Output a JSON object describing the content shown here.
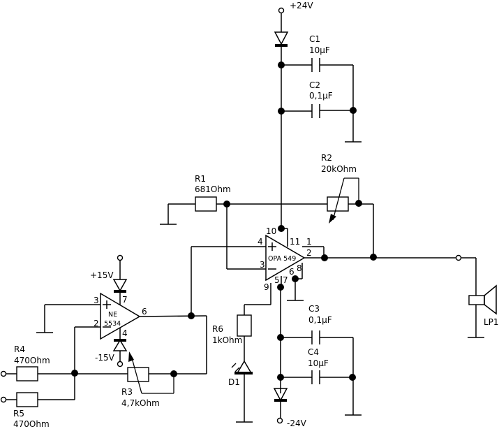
{
  "rails": {
    "pos24": "+24V",
    "neg24": "-24V",
    "pos15": "+15V",
    "neg15": "-15V"
  },
  "components": {
    "c1": {
      "ref": "C1",
      "value": "10µF"
    },
    "c2": {
      "ref": "C2",
      "value": "0,1µF"
    },
    "c3": {
      "ref": "C3",
      "value": "0,1µF"
    },
    "c4": {
      "ref": "C4",
      "value": "10µF"
    },
    "r1": {
      "ref": "R1",
      "value": "681Ohm"
    },
    "r2": {
      "ref": "R2",
      "value": "20kOhm"
    },
    "r3": {
      "ref": "R3",
      "value": "4,7kOhm"
    },
    "r4": {
      "ref": "R4",
      "value": "470Ohm"
    },
    "r5": {
      "ref": "R5",
      "value": "470Ohm"
    },
    "r6": {
      "ref": "R6",
      "value": "1kOhm"
    },
    "d1": {
      "ref": "D1"
    },
    "lp1": {
      "ref": "LP1"
    }
  },
  "opa": {
    "name": "OPA 549",
    "pins": {
      "p1": "1",
      "p2": "2",
      "p3": "3",
      "p4": "4",
      "p5": "5",
      "p6": "6",
      "p7": "7",
      "p8": "8",
      "p9": "9",
      "p10": "10",
      "p11": "11"
    }
  },
  "ne": {
    "name_line1": "NE",
    "name_line2": "5534",
    "pins": {
      "p2": "2",
      "p3": "3",
      "p4": "4",
      "p6": "6",
      "p7": "7"
    }
  }
}
